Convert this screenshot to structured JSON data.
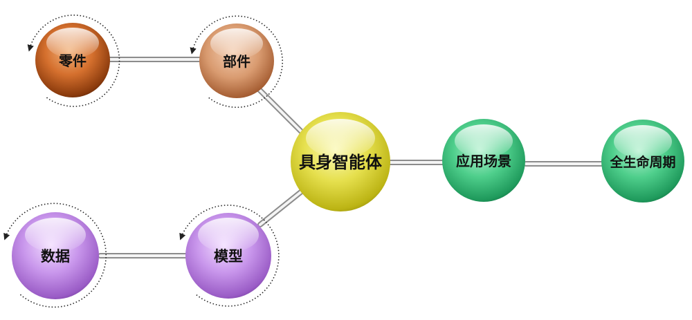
{
  "diagram": {
    "center": {
      "label": "具身智能体",
      "color": "#d8d23a"
    },
    "nodes": {
      "lingjian": {
        "label": "零件",
        "color": "#c8672a"
      },
      "bujian": {
        "label": "部件",
        "color": "#cf8a5c"
      },
      "yingyong": {
        "label": "应用场景",
        "color": "#3fbf7f"
      },
      "shengming": {
        "label": "全生命周期",
        "color": "#3fbf7f"
      },
      "shuju": {
        "label": "数据",
        "color": "#c38ee6"
      },
      "moxing": {
        "label": "模型",
        "color": "#c38ee6"
      }
    }
  }
}
